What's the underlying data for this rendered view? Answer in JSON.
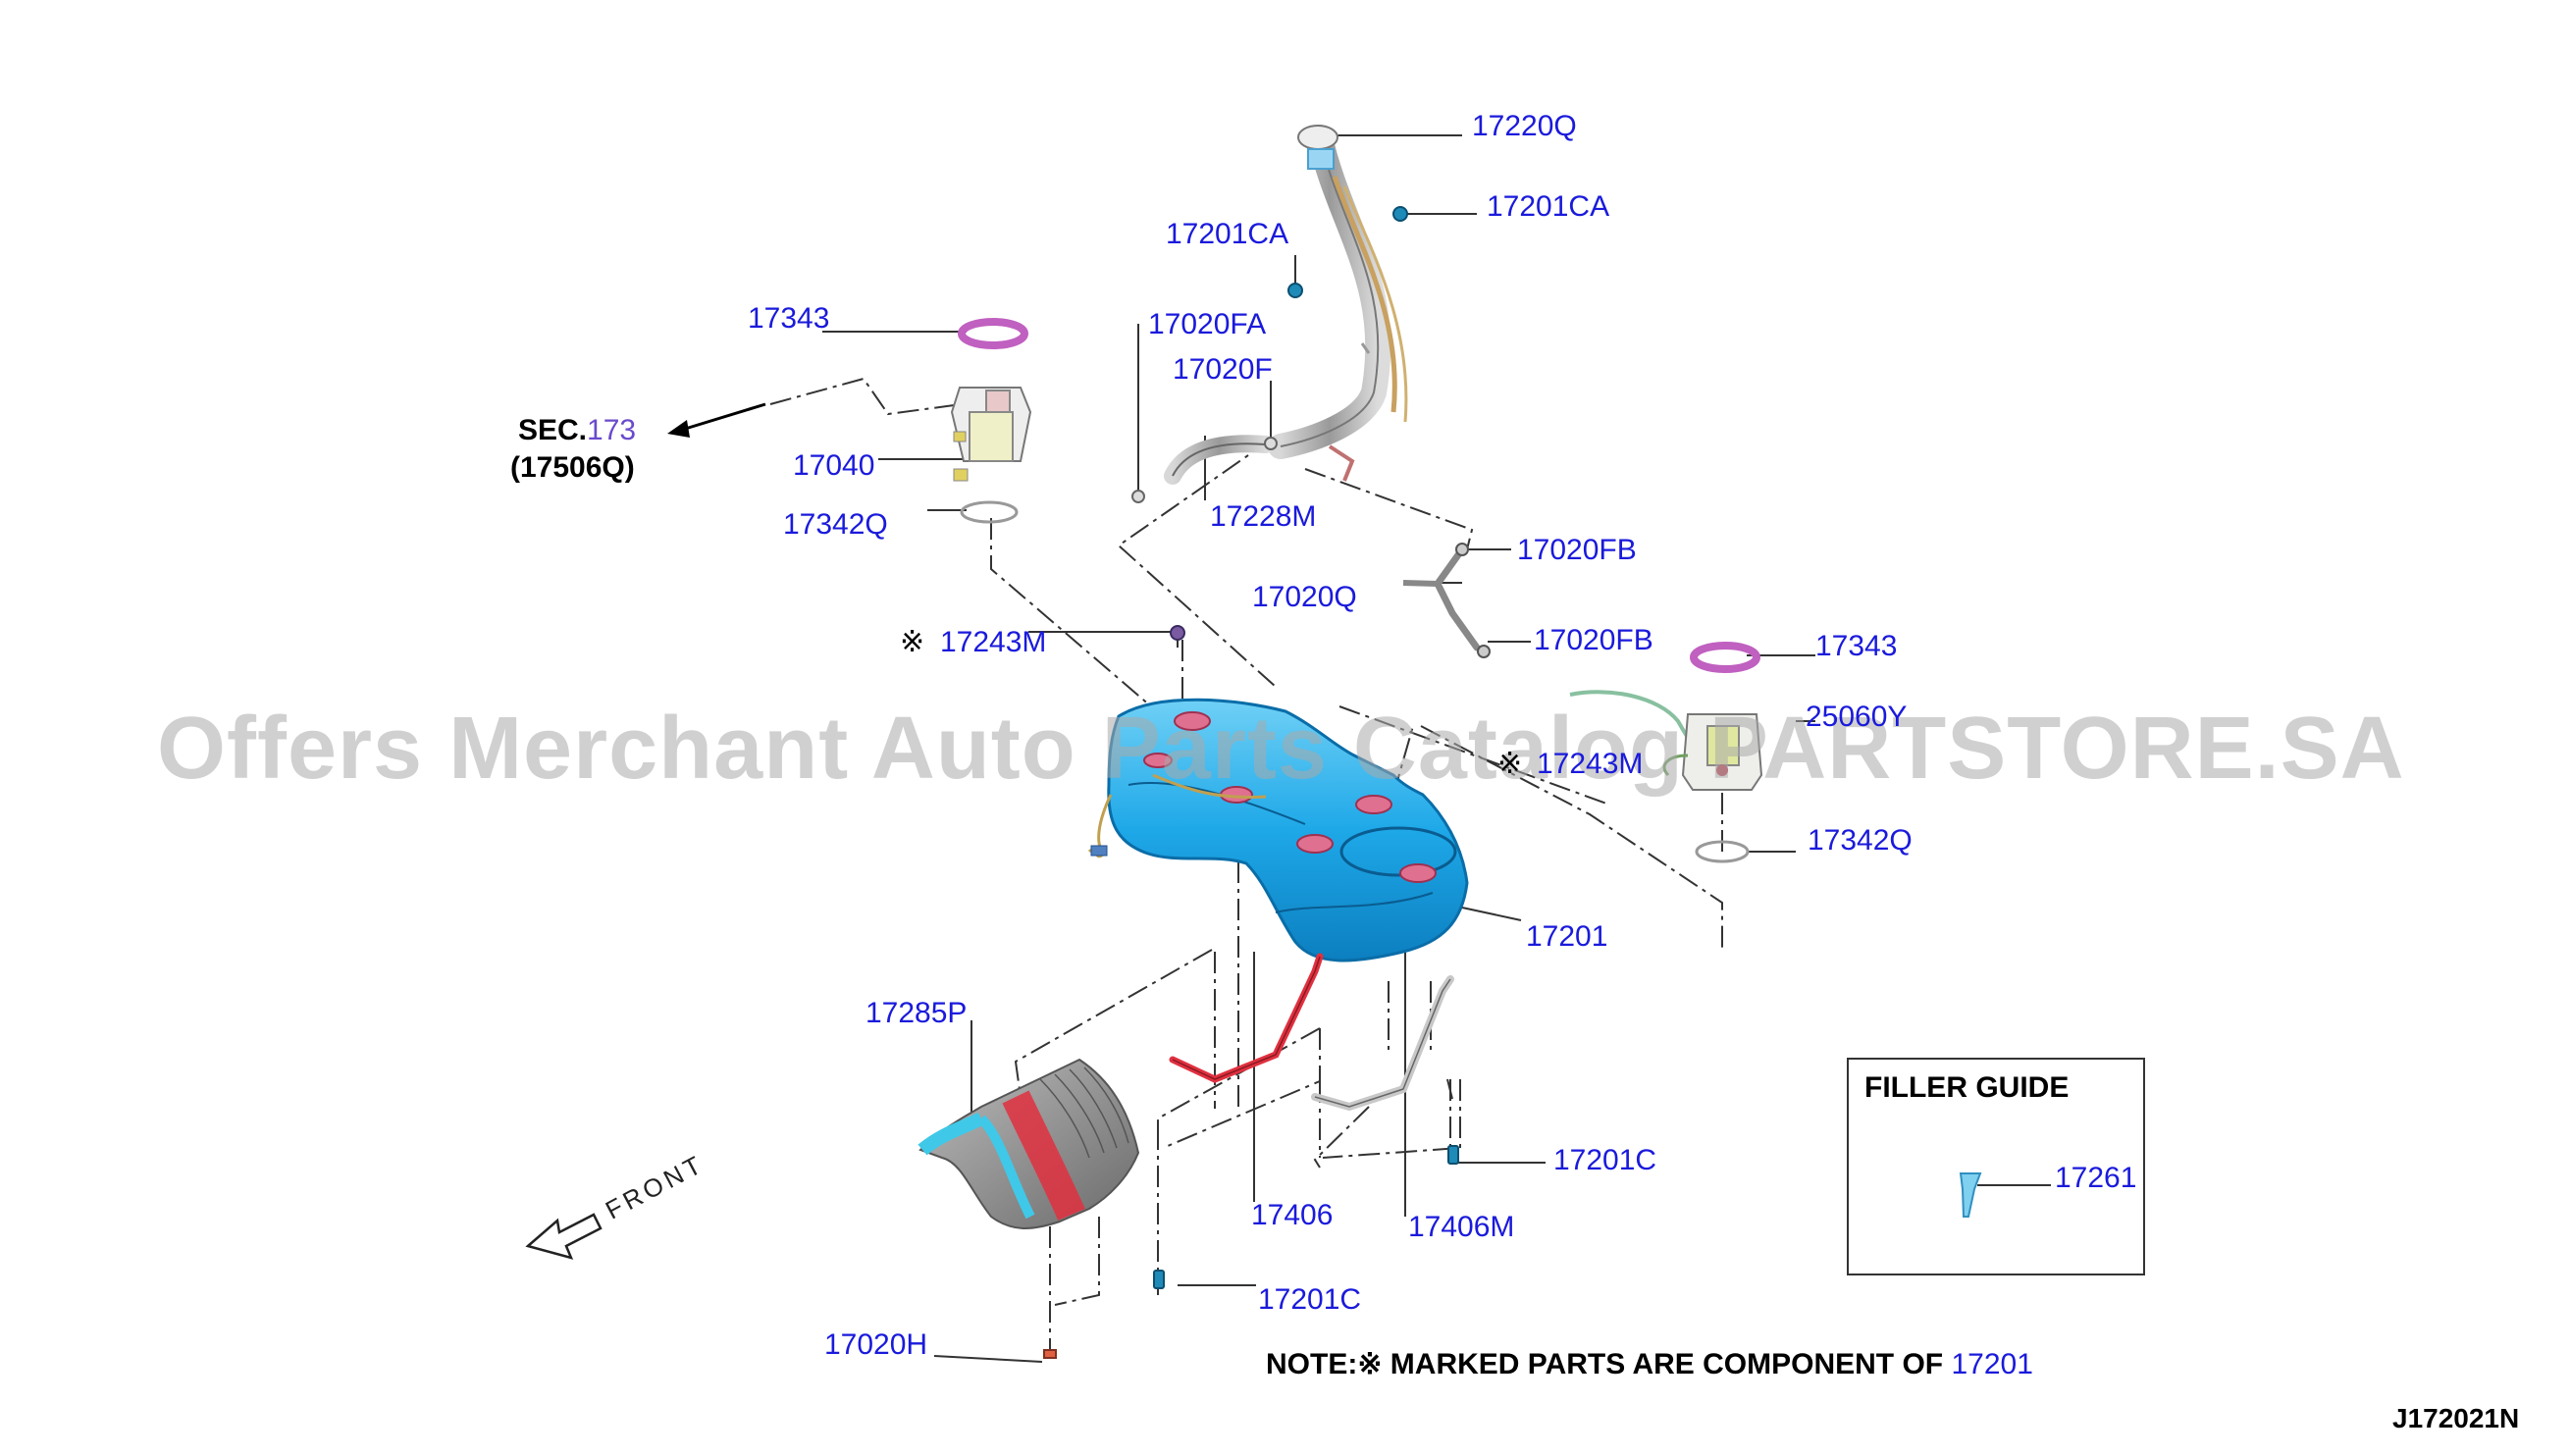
{
  "labels": {
    "p17220Q": "17220Q",
    "p17201CA_right": "17201CA",
    "p17201CA_left": "17201CA",
    "p17343_top": "17343",
    "p17020FA": "17020FA",
    "p17020F": "17020F",
    "p17040": "17040",
    "p17228M": "17228M",
    "p17342Q_top": "17342Q",
    "p17020FB_top": "17020FB",
    "p17020Q": "17020Q",
    "p17243M": "17243M",
    "p17020FB_bottom": "17020FB",
    "p17343_right": "17343",
    "p25060Y": "25060Y",
    "p17243M_right": "17243M",
    "p17342Q_right": "17342Q",
    "p17201": "17201",
    "p17285P": "17285P",
    "p17201C_right": "17201C",
    "p17406": "17406",
    "p17406M": "17406M",
    "p17201C_bottom": "17201C",
    "p17020H": "17020H",
    "p17261": "17261",
    "note_part": "17201"
  },
  "sec_ref": {
    "prefix": "SEC.",
    "number": "173",
    "sub": "(17506Q)"
  },
  "marker_symbol": "※",
  "filler_guide_title": "FILLER GUIDE",
  "note_text": "NOTE:※ MARKED PARTS ARE COMPONENT OF",
  "front_label": "FRONT",
  "diagram_id": "J172021N",
  "watermark": "Offers Merchant Auto Parts Catalog PARTSTORE.SA",
  "colors": {
    "label_blue": "#1a1adc",
    "tank_blue": "#1ea8e8",
    "strap_red": "#e03040",
    "gasket_purple": "#c060c0",
    "shield_gray": "#8a8a8a"
  }
}
